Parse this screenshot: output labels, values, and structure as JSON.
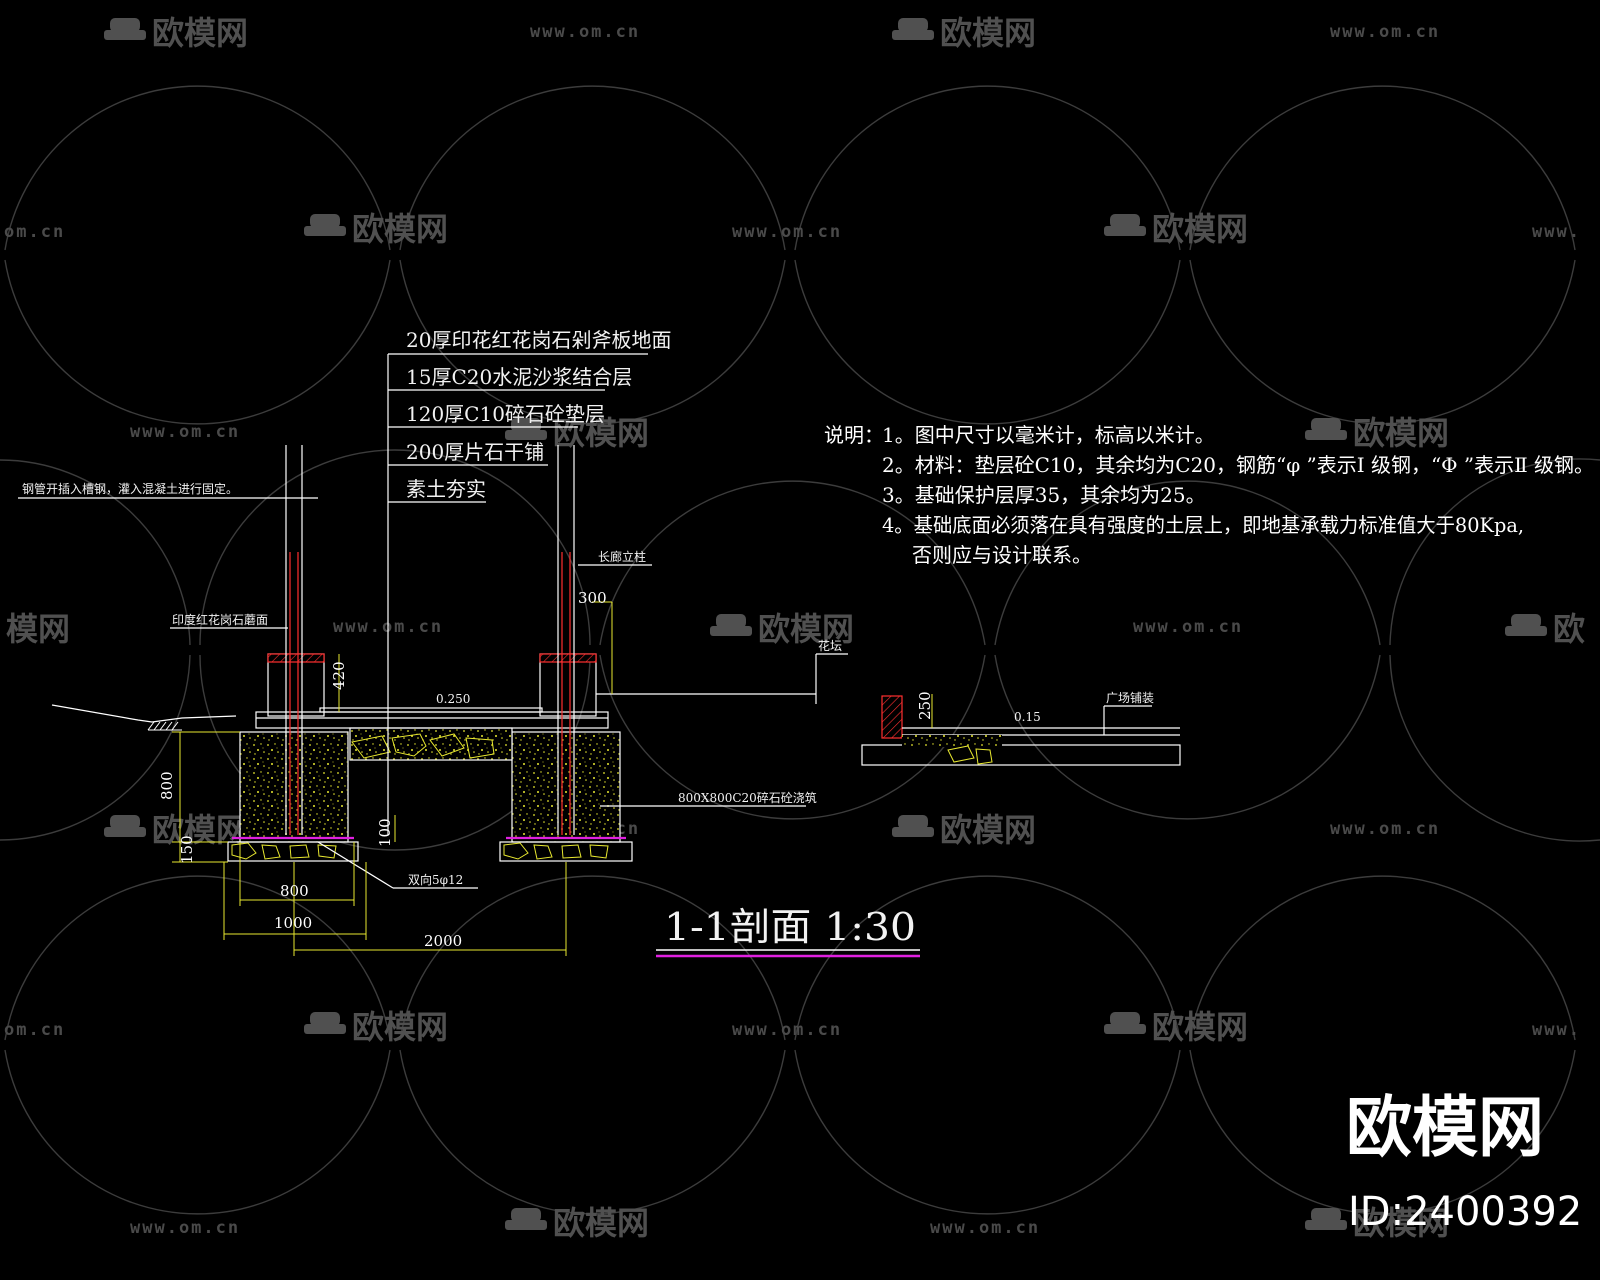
{
  "watermark": {
    "url": "www.om.cn",
    "url_partial": "om.cn",
    "url_partial_right": "www.",
    "logo": "欧模网",
    "logo_partial": "模网",
    "logo_partial_right": "欧"
  },
  "layers": [
    "20厚印花红花岗石剁斧板地面",
    "15厚C20水泥沙浆结合层",
    "120厚C10碎石砼垫层",
    "200厚片石干铺",
    "素土夯实"
  ],
  "notes": {
    "prefix": "说明：",
    "items": [
      "1。图中尺寸以毫米计，标高以米计。",
      "2。材料：垫层砼C10，其余均为C20，钢筋“φ ”表示Ⅰ 级钢，“Φ ”表示Ⅱ 级钢。",
      "3。基础保护层厚35，其余均为25。",
      "4。基础底面必须落在具有强度的土层上，即地基承载力标准值大于80Kpa,",
      "否则应与设计联系。"
    ]
  },
  "labels": {
    "tube_note": "钢管开插入槽钢，灌入混凝土进行固定。",
    "stone_cap": "印度红花岗石蘑面",
    "lang_pole": "长廊立柱",
    "flower_bed": "花坛",
    "plaza_paving": "广场铺装",
    "concrete_base": "800X800C20碎石砼浇筑",
    "rebar": "双向5φ12"
  },
  "elevations": {
    "main": "0.250",
    "plaza": "0.15"
  },
  "dimensions": {
    "d800_vertical": "800",
    "d150": "150",
    "d420": "420",
    "d100": "100",
    "d300": "300",
    "d250": "250",
    "d800": "800",
    "d1000": "1000",
    "d2000": "2000"
  },
  "title": {
    "text": "1-1剖面  1:30"
  },
  "brand": {
    "name": "欧模网",
    "id": "ID:2400392"
  },
  "colors": {
    "background": "#000000",
    "line": "#ffffff",
    "yellow": "#e8e830",
    "magenta": "#e020e0",
    "red": "#ff3030",
    "watermark": "#505050"
  }
}
